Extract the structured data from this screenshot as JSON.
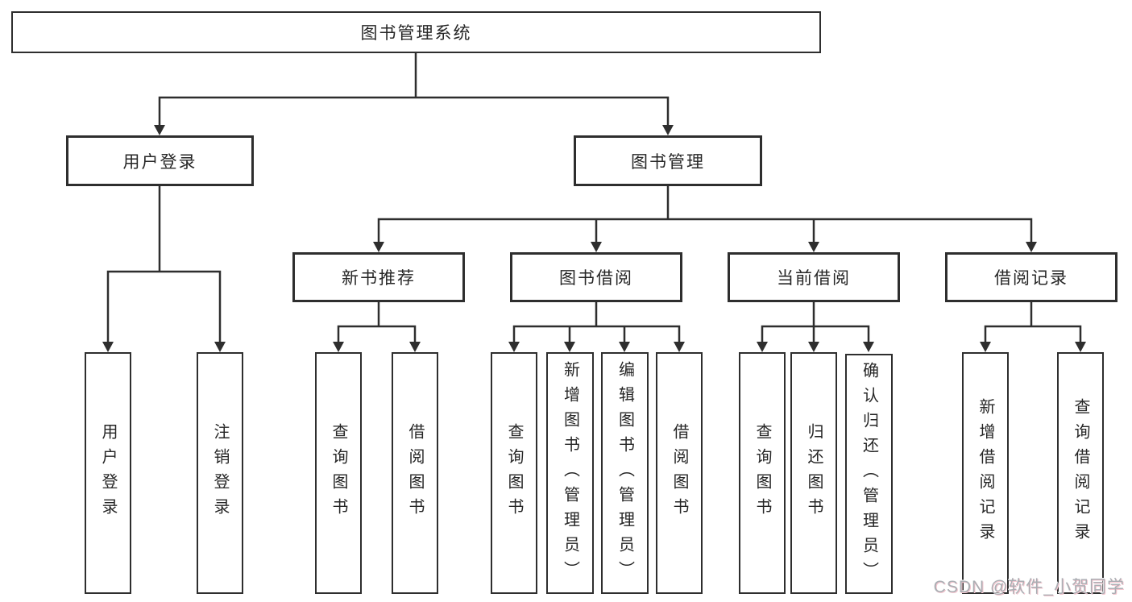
{
  "tree": {
    "root": {
      "label": "图书管理系统"
    },
    "user_login": {
      "label": "用户登录",
      "children": [
        {
          "label": "用户登录"
        },
        {
          "label": "注销登录"
        }
      ]
    },
    "book_management": {
      "label": "图书管理",
      "sections": [
        {
          "label": "新书推荐",
          "children": [
            {
              "label": "查询图书"
            },
            {
              "label": "借阅图书"
            }
          ]
        },
        {
          "label": "图书借阅",
          "children": [
            {
              "label": "查询图书"
            },
            {
              "label": "新增图书（管理员）"
            },
            {
              "label": "编辑图书（管理员）"
            },
            {
              "label": "借阅图书"
            }
          ]
        },
        {
          "label": "当前借阅",
          "children": [
            {
              "label": "查询图书"
            },
            {
              "label": "归还图书"
            },
            {
              "label": "确认归还（管理员）"
            }
          ]
        },
        {
          "label": "借阅记录",
          "children": [
            {
              "label": "新增借阅记录"
            },
            {
              "label": "查询借阅记录"
            }
          ]
        }
      ]
    }
  },
  "watermark": {
    "text": "CSDN @软件_小贺同学"
  },
  "colors": {
    "line": "#2e2e2e",
    "box_border": "#2e2e2e",
    "text": "#262626",
    "background": "#ffffff",
    "watermark_text": "#aaaeb3",
    "watermark_shadow": "#f3c6cf"
  }
}
